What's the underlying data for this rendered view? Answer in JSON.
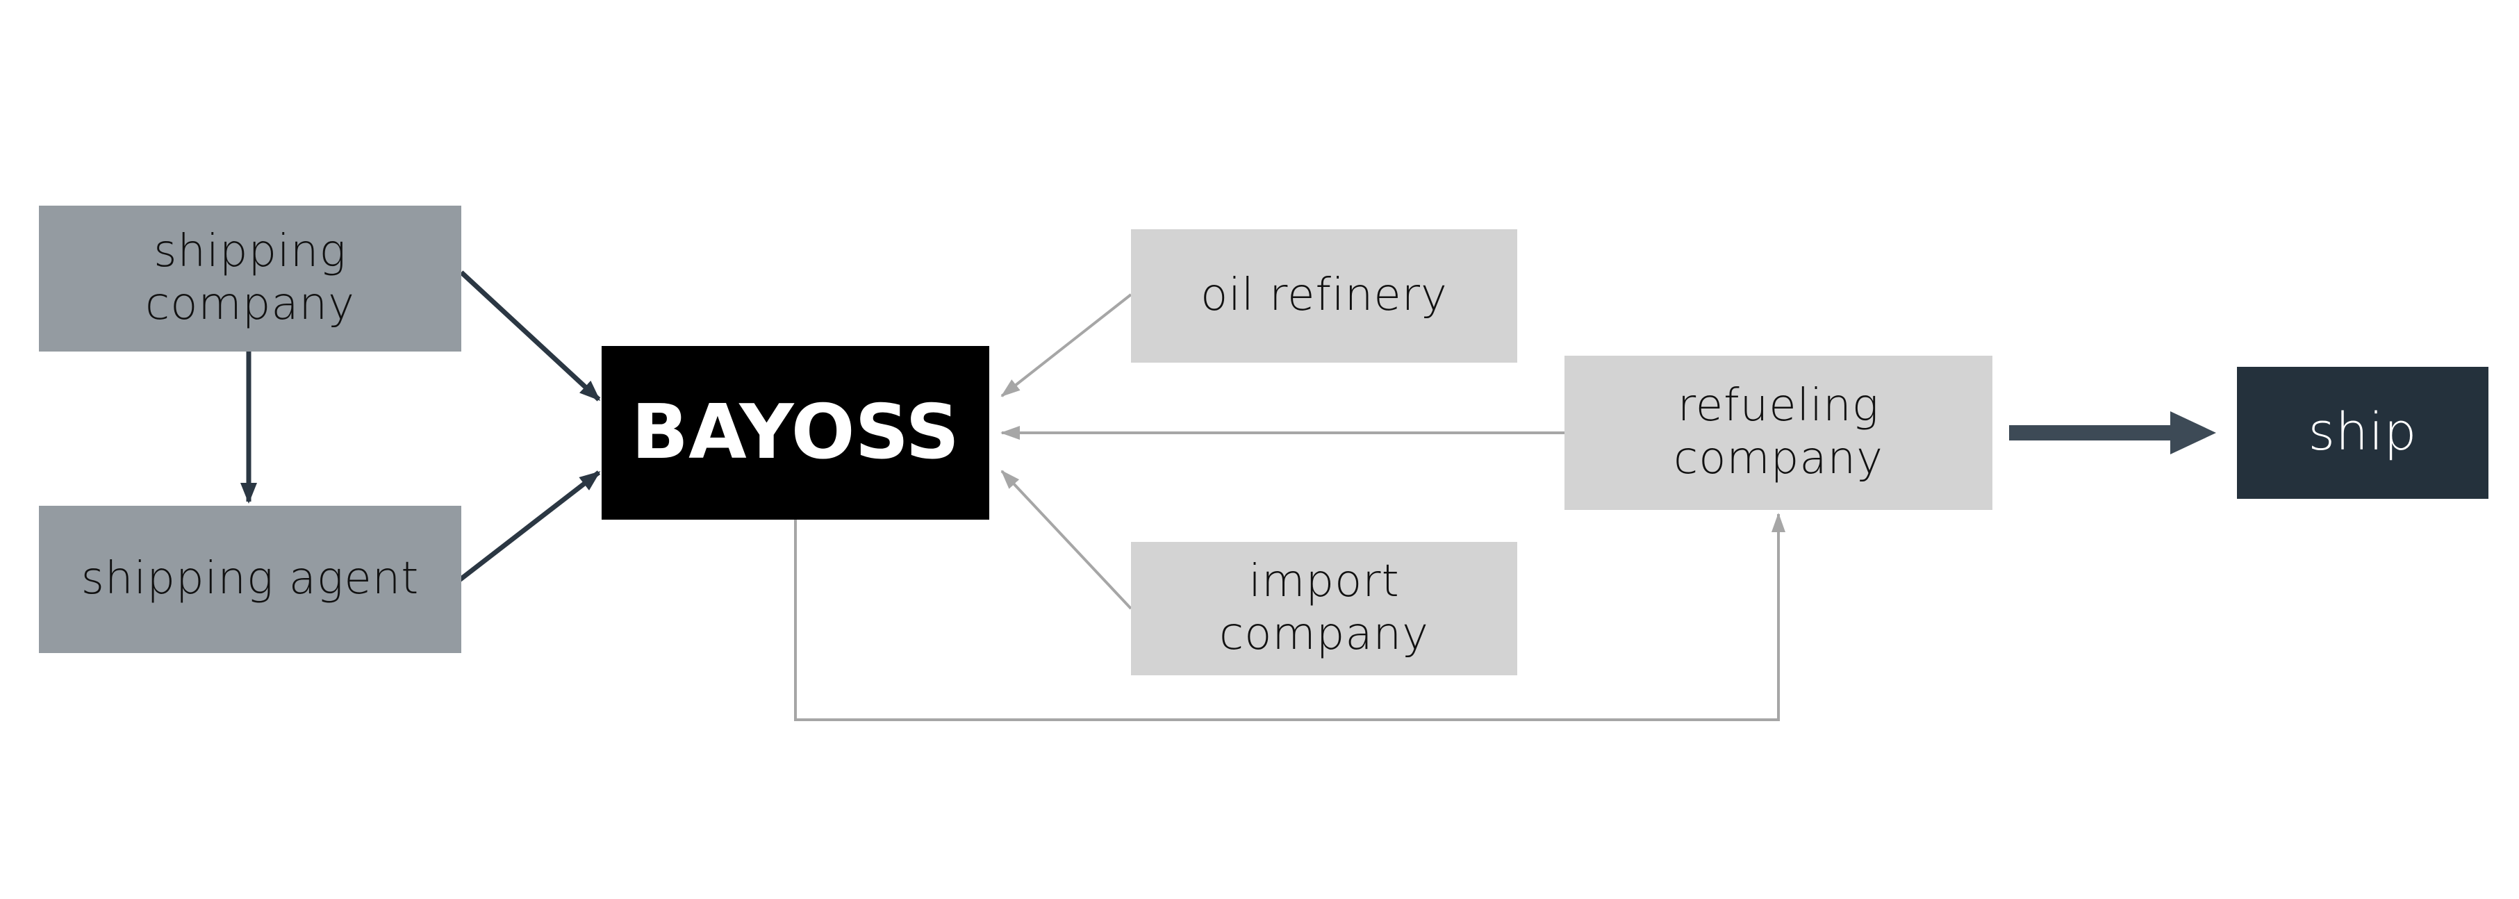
{
  "nodes": {
    "shipping_company": "shipping\ncompany",
    "shipping_agent": "shipping agent",
    "bayoss": "BAYOSS",
    "oil_refinery": "oil refinery",
    "import_company": "import\ncompany",
    "refueling_company": "refueling\ncompany",
    "ship": "ship"
  },
  "edges": [
    {
      "from": "shipping_company",
      "to": "bayoss"
    },
    {
      "from": "shipping_company",
      "to": "shipping_agent"
    },
    {
      "from": "shipping_agent",
      "to": "bayoss"
    },
    {
      "from": "oil_refinery",
      "to": "bayoss"
    },
    {
      "from": "refueling_company",
      "to": "bayoss"
    },
    {
      "from": "import_company",
      "to": "bayoss"
    },
    {
      "from": "bayoss",
      "to": "refueling_company"
    },
    {
      "from": "refueling_company",
      "to": "ship"
    }
  ],
  "colors": {
    "dark_arrow": "#2b3743",
    "light_arrow": "#a6a6a6",
    "ship_arrow": "#3d4a56",
    "primary_nodes": "#949ba1",
    "secondary_nodes": "#d3d3d3",
    "bayoss_fill": "#000000",
    "ship_fill": "#24313c"
  }
}
